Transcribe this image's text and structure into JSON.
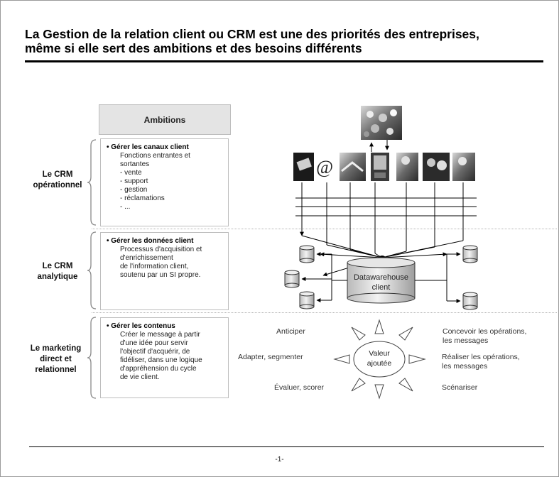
{
  "title": {
    "line1": "La Gestion de la relation client ou CRM est une des priorités des entreprises,",
    "line2": "même si elle sert des ambitions et des besoins différents"
  },
  "ambitions_header": "Ambitions",
  "rows": [
    {
      "label_line1": "Le CRM",
      "label_line2": "opérationnel",
      "heading": "• Gérer les canaux client",
      "lines": [
        "Fonctions entrantes et",
        "sortantes",
        "- vente",
        "- support",
        "- gestion",
        "- réclamations",
        "- ..."
      ]
    },
    {
      "label_line1": "Le CRM",
      "label_line2": "analytique",
      "heading": "• Gérer les données client",
      "lines": [
        "Processus d'acquisition et",
        "d'enrichissement",
        "de l'information client,",
        "soutenu par un SI propre."
      ]
    },
    {
      "label_line1": "Le marketing",
      "label_line2": "direct et",
      "label_line3": "relationnel",
      "heading": "• Gérer les contenus",
      "lines": [
        "Créer le message à partir",
        "d'une idée pour servir",
        "l'objectif d'acquérir, de",
        "fidéliser, dans une logique",
        "d'appréhension du cycle",
        "de vie client."
      ]
    }
  ],
  "diagram": {
    "datawarehouse_line1": "Datawarehouse",
    "datawarehouse_line2": "client",
    "value_line1": "Valeur",
    "value_line2": "ajoutée",
    "labels": {
      "anticiper": "Anticiper",
      "adapter": "Adapter, segmenter",
      "evaluer": "Évaluer, scorer",
      "concevoir_line1": "Concevoir les opérations,",
      "concevoir_line2": "les messages",
      "realiser_line1": "Réaliser les opérations,",
      "realiser_line2": "les messages",
      "scenariser": "Scénariser"
    }
  },
  "page_number": "-1-"
}
